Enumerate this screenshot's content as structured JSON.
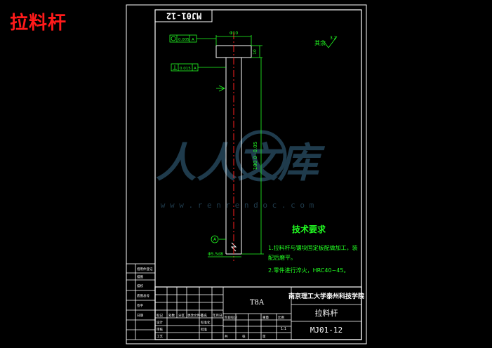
{
  "page_title": "拉料杆",
  "colors": {
    "background": "#000000",
    "frame": "#ffffff",
    "part_outline": "#ffffff",
    "dimension": "#22ff22",
    "centerline": "#ff2020",
    "title_accent": "#ff1a1a",
    "watermark": "#3a6c8a"
  },
  "drawing": {
    "drawing_number_tag": "MJ01-12",
    "dimensions": {
      "head_diameter": "Φ10",
      "head_height": "10",
      "shaft_length": "100 0 -0.05",
      "shaft_diameter": "Φ5.5d8"
    },
    "tolerances": {
      "flatness": "0.005",
      "perpendicularity": "0.015",
      "datum_ref": "A"
    },
    "roughness": {
      "label": "其余",
      "value": "3.2"
    },
    "technical_requirements": {
      "title": "技术要求",
      "items": [
        "1.拉料杆与镶块固定板配做加工，装",
        "配后磨平。",
        "2.零件进行淬火，HRC40~45。"
      ]
    }
  },
  "title_block": {
    "material": "T8A",
    "school": "南京理工大学泰州科技学院",
    "part_name": "拉料杆",
    "drawing_no": "MJ01-12",
    "scale": "1:1",
    "side_labels": [
      "借用件登记",
      "描图",
      "描校",
      "底图总号",
      "签字",
      "日期"
    ],
    "row_labels": [
      "标记",
      "处数",
      "分区",
      "更改文件号",
      "签名",
      "年月日"
    ],
    "stage_labels": [
      "设计",
      "审核",
      "工艺",
      "批准",
      "标准化",
      "阶段标记",
      "重量",
      "比例",
      "共",
      "张",
      "第"
    ]
  },
  "watermark": {
    "text": "人人文库",
    "url": "w w w . r e n r e n d o c . c o m"
  }
}
